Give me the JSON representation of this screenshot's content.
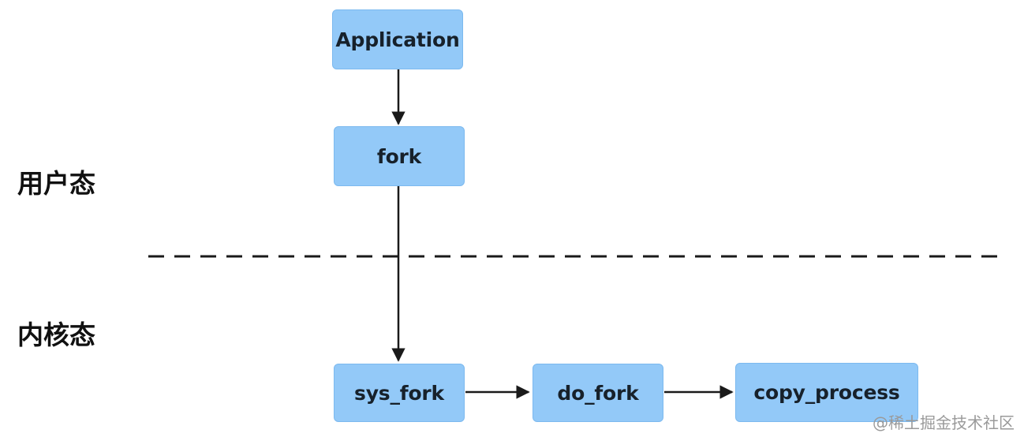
{
  "zones": {
    "user_space": "用户态",
    "kernel_space": "内核态"
  },
  "nodes": {
    "application": "Application",
    "fork": "fork",
    "sys_fork": "sys_fork",
    "do_fork": "do_fork",
    "copy_process": "copy_process"
  },
  "watermark": "@稀土掘金技术社区",
  "colors": {
    "node_fill": "#93c9f8",
    "node_border": "#7cb9ef",
    "arrow": "#1a1a1a",
    "divider": "#1a1a1a"
  }
}
